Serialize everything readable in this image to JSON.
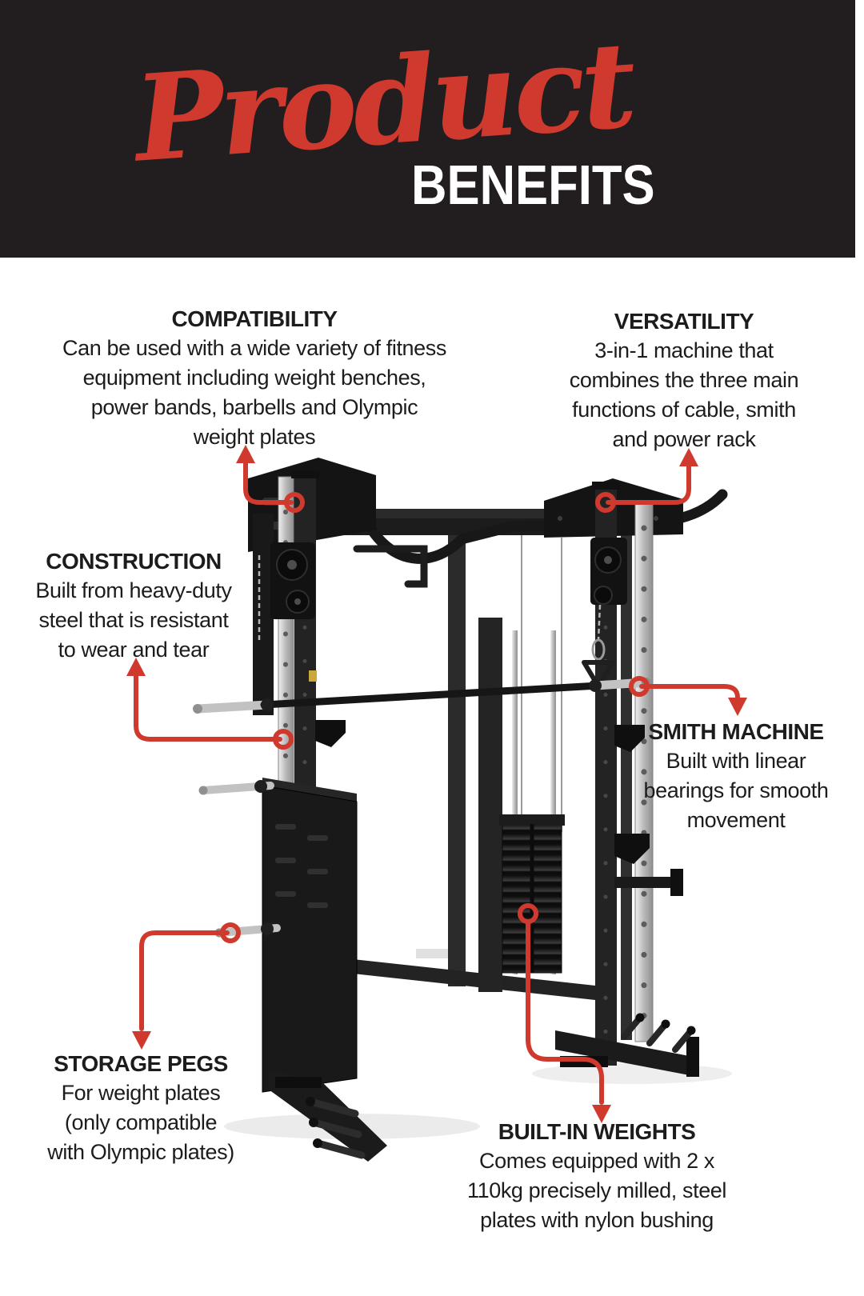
{
  "page": {
    "background": "#ffffff"
  },
  "header": {
    "script_word": "Product",
    "block_word": "BENEFITS",
    "background_color": "#221e1f",
    "script_color": "#d0392e",
    "block_color": "#ffffff"
  },
  "palette": {
    "accent_red": "#d0392e",
    "body_text": "#1c1c1c",
    "steel_dark": "#1d1d1d",
    "chrome": "#c2c2c2"
  },
  "figure": {
    "subject": "3-in-1 smith machine with cable system and power rack",
    "marker_shape": "circle",
    "arrow_style": "curved-elbow"
  },
  "benefits": [
    {
      "id": "compatibility",
      "title": "COMPATIBILITY",
      "lines": [
        "Can be used with a wide variety of fitness",
        "equipment including weight benches,",
        "power bands, barbells and Olympic",
        "weight plates"
      ]
    },
    {
      "id": "versatility",
      "title": "VERSATILITY",
      "lines": [
        "3-in-1 machine that",
        "combines the three main",
        "functions of cable, smith",
        "and power rack"
      ]
    },
    {
      "id": "construction",
      "title": "CONSTRUCTION",
      "lines": [
        "Built from heavy-duty",
        "steel that is resistant",
        "to wear and tear"
      ]
    },
    {
      "id": "smith-machine",
      "title": "SMITH MACHINE",
      "lines": [
        "Built with linear",
        "bearings for smooth",
        "movement"
      ]
    },
    {
      "id": "storage-pegs",
      "title": "STORAGE PEGS",
      "lines": [
        "For weight plates",
        "(only compatible",
        "with Olympic plates)"
      ]
    },
    {
      "id": "built-in-weights",
      "title": "BUILT-IN WEIGHTS",
      "lines": [
        "Comes equipped with 2 x",
        "110kg precisely milled, steel",
        "plates with nylon bushing"
      ]
    }
  ]
}
